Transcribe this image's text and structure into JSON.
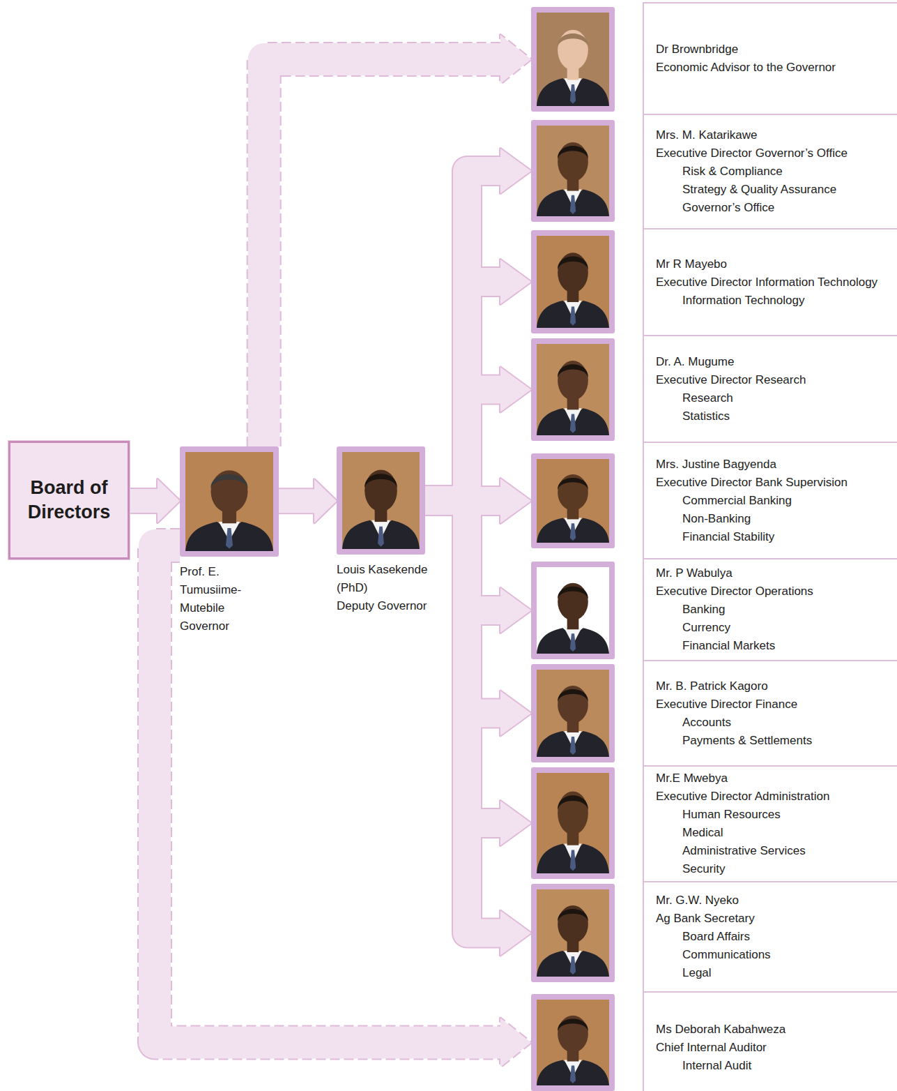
{
  "diagram": {
    "nodes": [
      {
        "text": [
          "Board of Directors"
        ]
      },
      {
        "text": [
          "Prof. E. Tumusiime-Mutebile",
          "Governor"
        ]
      },
      {
        "text": [
          "Louis Kasekende (PhD)",
          "Deputy Governor"
        ]
      },
      {
        "text": [
          "Dr Brownbridge",
          "Economic Advisor to the Governor"
        ]
      },
      {
        "text": [
          "Mrs. M. Katarikawe",
          "Executive Director Governor’s Office",
          "Risk & Compliance",
          "Strategy & Quality Assurance",
          "Governor’s Office"
        ]
      },
      {
        "text": [
          "Mr R Mayebo",
          "Executive Director Information Technology",
          "Information Technology"
        ]
      },
      {
        "text": [
          "Dr. A. Mugume",
          "Executive Director Research",
          "Research",
          "Statistics"
        ]
      },
      {
        "text": [
          "Mrs. Justine Bagyenda",
          "Executive Director Bank Supervision",
          "Commercial Banking",
          "Non-Banking",
          "Financial Stability"
        ]
      },
      {
        "text": [
          "Mr. P Wabulya",
          "Executive Director Operations",
          "Banking",
          "Currency",
          "Financial Markets"
        ]
      },
      {
        "text": [
          "Mr. B. Patrick Kagoro",
          "Executive Director Finance",
          "Accounts",
          "Payments & Settlements"
        ]
      },
      {
        "text": [
          "Mr.E Mwebya",
          "Executive Director Administration",
          "Human Resources",
          "Medical",
          "Administrative Services",
          "Security"
        ]
      },
      {
        "text": [
          "Mr. G.W. Nyeko",
          "Ag Bank Secretary",
          "Board Affairs",
          "Communications",
          "Legal"
        ]
      },
      {
        "text": [
          "Ms Deborah Kabahweza",
          "Chief Internal Auditor",
          "Internal Audit"
        ]
      }
    ],
    "edges": [
      {
        "from": 0,
        "to": 1,
        "arrow": "to"
      },
      {
        "from": 1,
        "to": 2,
        "arrow": "to"
      },
      {
        "from": 1,
        "to": 3,
        "arrow": "to"
      },
      {
        "from": 2,
        "to": 4,
        "arrow": "to"
      },
      {
        "from": 2,
        "to": 5,
        "arrow": "to"
      },
      {
        "from": 2,
        "to": 6,
        "arrow": "to"
      },
      {
        "from": 2,
        "to": 7,
        "arrow": "to"
      },
      {
        "from": 2,
        "to": 8,
        "arrow": "to"
      },
      {
        "from": 2,
        "to": 9,
        "arrow": "to"
      },
      {
        "from": 2,
        "to": 10,
        "arrow": "to"
      },
      {
        "from": 2,
        "to": 11,
        "arrow": "to"
      },
      {
        "from": 1,
        "to": 12,
        "arrow": "to"
      }
    ]
  }
}
